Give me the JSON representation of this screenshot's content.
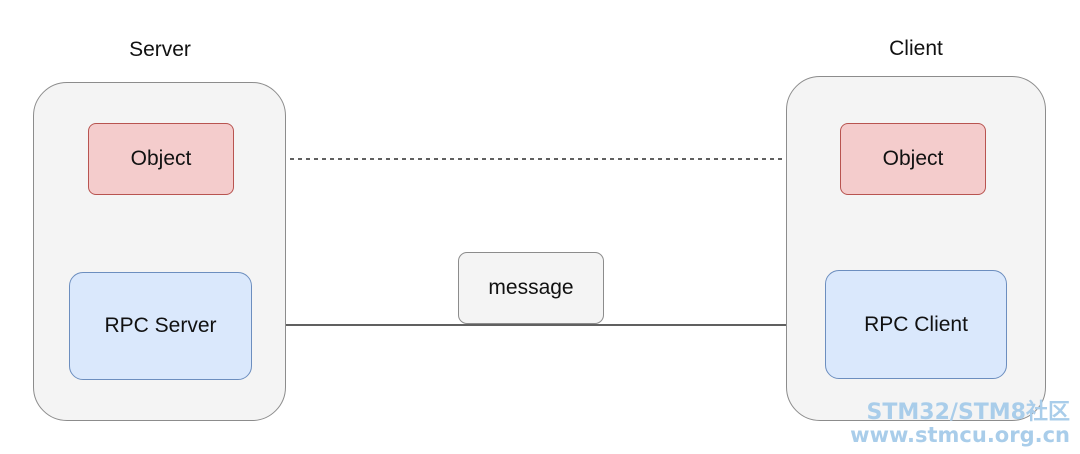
{
  "server": {
    "title": "Server",
    "object_label": "Object",
    "rpc_label": "RPC Server"
  },
  "client": {
    "title": "Client",
    "object_label": "Object",
    "rpc_label": "RPC Client"
  },
  "link": {
    "message_label": "message"
  },
  "watermark": {
    "line1": "STM32/STM8社区",
    "line2": "www.stmcu.org.cn"
  },
  "colors": {
    "object_fill": "#f4cccc",
    "object_stroke": "#b85450",
    "rpc_fill": "#dae8fc",
    "rpc_stroke": "#6c8ebf",
    "container_fill": "#f4f4f4",
    "container_stroke": "#8c8c8c",
    "arrow_fill": "#ffe6cc",
    "arrow_stroke": "#d79b00",
    "watermark": "#a9cdea"
  }
}
